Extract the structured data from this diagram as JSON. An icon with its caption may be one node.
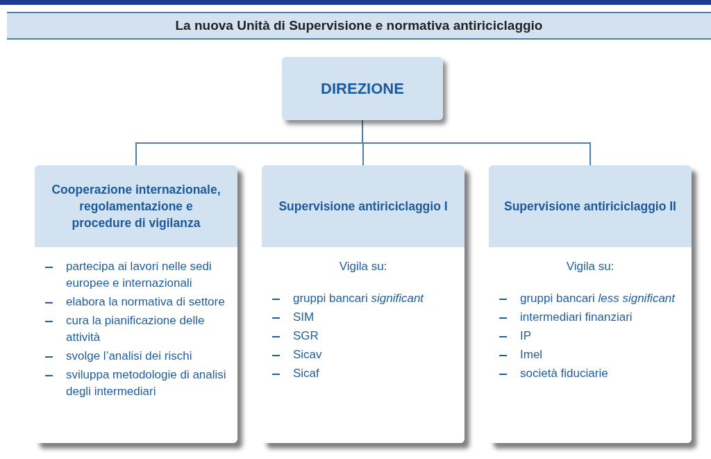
{
  "diagram": {
    "title": "La nuova Unità di Supervisione e normativa antiriciclaggio",
    "nodes": [
      {
        "text": [
          "DIREZIONE"
        ]
      },
      {
        "text": [
          "Cooperazione internazionale, regolamentazione e procedure di vigilanza",
          "partecipa ai lavori nelle sedi europee e internazionali",
          "elabora la normativa di settore",
          "cura la pianificazione delle attività",
          "svolge l’analisi dei rischi",
          "sviluppa metodologie di analisi degli intermediari"
        ]
      },
      {
        "text": [
          "Supervisione antiriciclaggio I",
          "Vigila su:",
          "gruppi bancari *significant*",
          "SIM",
          "SGR",
          "Sicav",
          "Sicaf"
        ]
      },
      {
        "text": [
          "Supervisione antiriciclaggio II",
          "Vigila su:",
          "gruppi bancari *less significant*",
          "intermediari finanziari",
          "IP",
          "Imel",
          "società fiduciarie"
        ]
      }
    ],
    "edges": [
      {
        "from": 0,
        "to": 1,
        "arrow": "none"
      },
      {
        "from": 0,
        "to": 2,
        "arrow": "none"
      },
      {
        "from": 0,
        "to": 3,
        "arrow": "none"
      }
    ]
  }
}
